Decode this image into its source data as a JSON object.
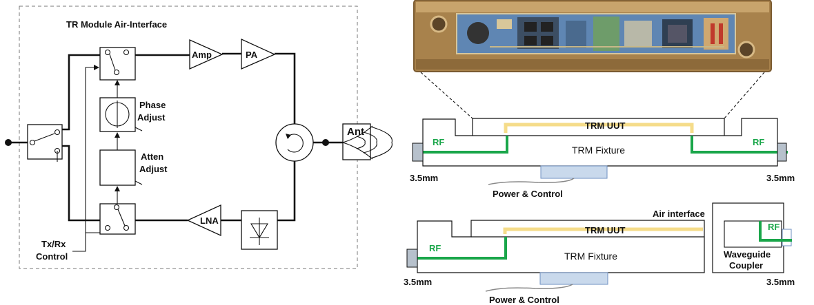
{
  "colors": {
    "rf_path": "#1aa64a",
    "trm_trace": "#f5dc8a",
    "power_block": "#c9d9ec",
    "power_block_stroke": "#6d8fc0",
    "connector": "#b7c1cc",
    "board_blue": "#5f86b3",
    "housing_gold": "#b08a52"
  },
  "left_diagram": {
    "title": "TR Module Air-Interface",
    "amp_label": "Amp",
    "pa_label": "PA",
    "lna_label": "LNA",
    "phase_label": [
      "Phase",
      "Adjust"
    ],
    "atten_label": [
      "Atten",
      "Adjust"
    ],
    "txrx_label": [
      "Tx/Rx",
      "Control"
    ],
    "ant_label": "Ant",
    "icons": [
      "switch-icon",
      "phase-shifter-icon",
      "attenuator-icon",
      "circulator-icon",
      "limiter-diode-icon",
      "horn-antenna-icon"
    ]
  },
  "top_fixture": {
    "uut_label": "TRM UUT",
    "fixture_label": "TRM Fixture",
    "rf_left": "RF",
    "rf_right": "RF",
    "conn_left": "3.5mm",
    "conn_right": "3.5mm",
    "power_label": "Power & Control"
  },
  "bottom_fixture": {
    "uut_label": "TRM UUT",
    "fixture_label": "TRM Fixture",
    "rf_left": "RF",
    "rf_right": "RF",
    "air_label": "Air interface",
    "coupler_label": [
      "Waveguide",
      "Coupler"
    ],
    "conn_left": "3.5mm",
    "conn_right": "3.5mm",
    "power_label": "Power & Control"
  }
}
